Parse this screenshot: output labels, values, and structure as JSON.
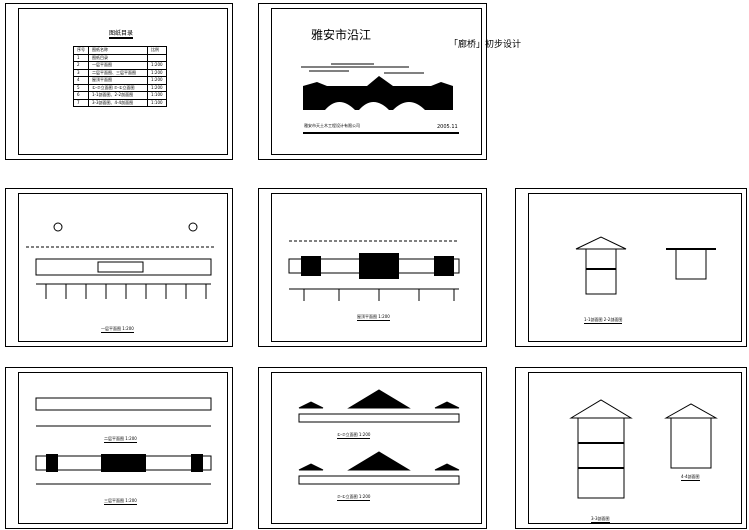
{
  "catalog": {
    "title": "图纸目录",
    "headers": [
      "序号",
      "图纸名称",
      "比例"
    ],
    "rows": [
      [
        "1",
        "图纸目录",
        ""
      ],
      [
        "2",
        "一层平面图",
        "1:200"
      ],
      [
        "3",
        "二层平面图、三层平面图",
        "1:200"
      ],
      [
        "4",
        "屋顶平面图",
        "1:200"
      ],
      [
        "5",
        "①-⑦立面图 ⑦-①立面图",
        "1:200"
      ],
      [
        "6",
        "1-1剖面图、2-2剖面图",
        "1:100"
      ],
      [
        "7",
        "3-3剖面图、4-4剖面图",
        "1:100"
      ]
    ]
  },
  "cover": {
    "title": "雅安市沿江",
    "subtitle": "「廊桥」初步设计",
    "company": "雅安市天土木工程设计有限公司",
    "date": "2005.11"
  },
  "captions": {
    "plan1": "一层平面图 1:200",
    "roof": "屋顶平面图 1:200",
    "sec12": "1-1剖面图 2-2剖面图",
    "plan2": "二层平面图 1:200",
    "plan3": "三层平面图 1:200",
    "elev1": "①-⑦立面图 1:200",
    "elev2": "⑦-①立面图 1:200",
    "sec3": "3-3剖面图",
    "sec4": "4-4剖面图"
  }
}
